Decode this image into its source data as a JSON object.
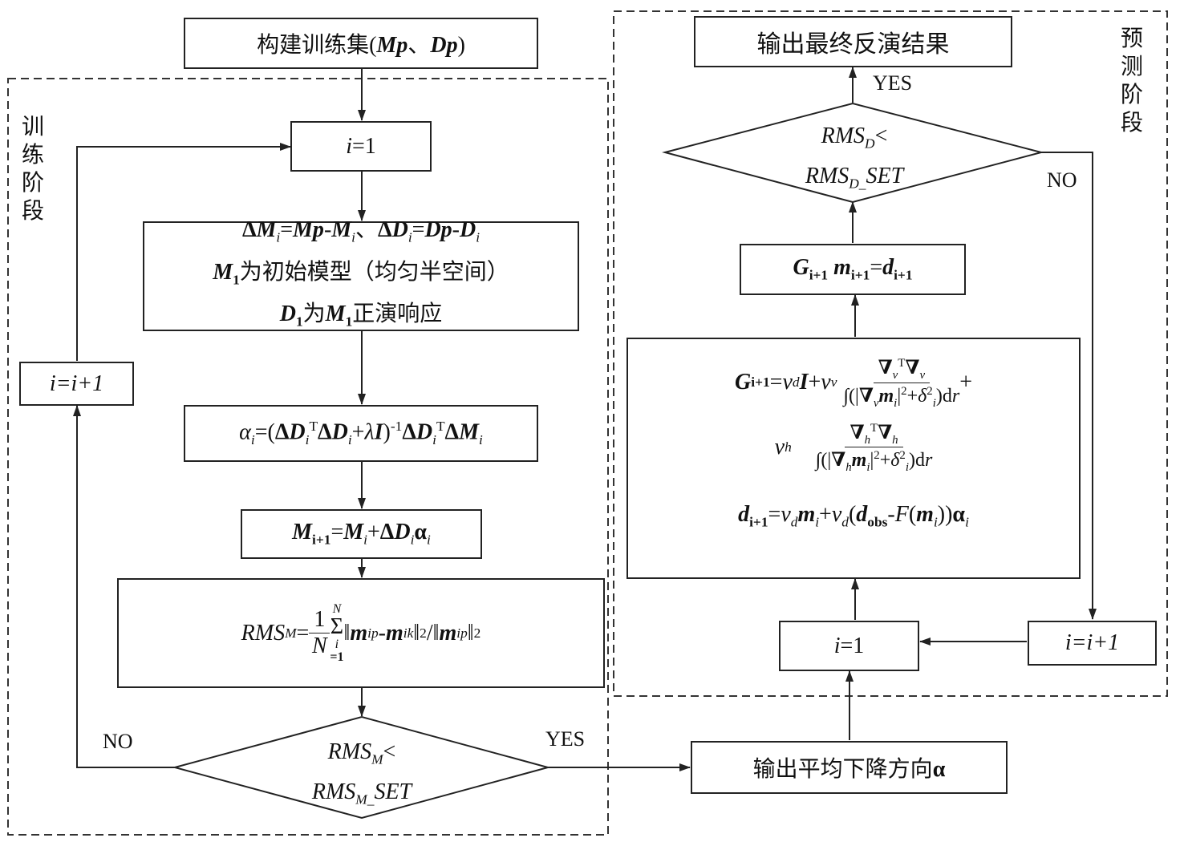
{
  "stages": {
    "training": "训练阶段",
    "prediction": "预测阶段"
  },
  "labels": {
    "no_training": "NO",
    "yes_training": "YES",
    "yes_prediction": "YES",
    "no_prediction": "NO"
  },
  "boxes": {
    "build_training_set": {
      "text": "构建训练集",
      "mp": "Mp",
      "sep": "、",
      "dp": "Dp"
    },
    "init_i": {
      "lhs": "i",
      "eq": "=1"
    },
    "delta_box": {
      "line2_text": "为初始模型（均匀半空间）",
      "line3_text_a": "为",
      "line3_text_b": "正演响应"
    },
    "increment_i": {
      "text": "i=i+1"
    },
    "output_descent": {
      "text": "输出平均下降方向",
      "symbol": "α"
    },
    "output_final": {
      "text": "输出最终反演结果"
    },
    "init_i_pred": {
      "lhs": "i",
      "eq": "=1"
    },
    "increment_i_pred": {
      "text": "i=i+1"
    }
  },
  "decisions": {
    "rms_m": {
      "line1": "RMS",
      "sub1": "M",
      "line2": "RMS",
      "sub2": "M_",
      "set": "SET"
    },
    "rms_d": {
      "line1": "RMS",
      "sub1": "D",
      "line2": "RMS",
      "sub2": "D_",
      "set": "SET"
    }
  }
}
